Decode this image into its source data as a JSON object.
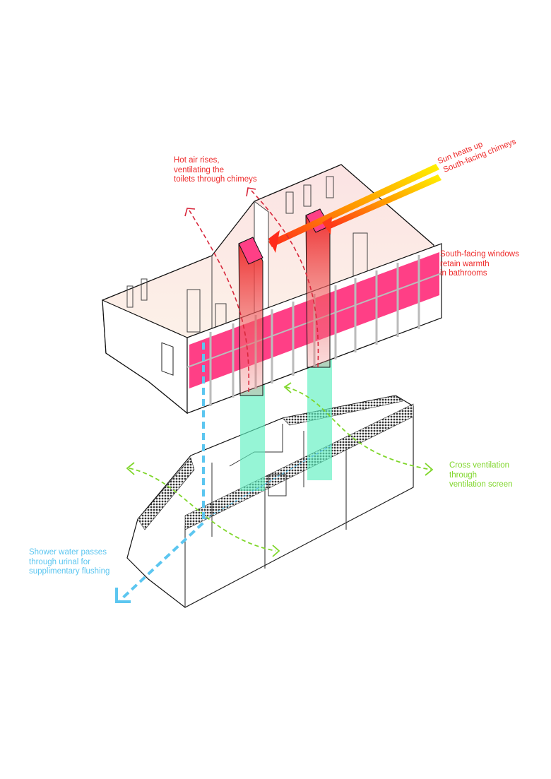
{
  "colors": {
    "hot_air": "#ee2a2a",
    "sun": "#ffc800",
    "window_pink": "#ff3f86",
    "shaft_green": "#5ef0c0",
    "cross_vent": "#7fd62a",
    "water": "#5cc6f0"
  },
  "annotations": {
    "hot_air": [
      "Hot air rises,",
      "ventilating the",
      "toilets through chimeys"
    ],
    "sun": [
      "Sun heats up",
      "South-facing chimeys"
    ],
    "windows": [
      "South-facing windows",
      "retain warmth",
      "in bathrooms"
    ],
    "cross_vent": [
      "Cross ventilation",
      "through",
      "ventilation screen"
    ],
    "shower": [
      "Shower water passes",
      "through urinal for",
      "supplimentary flushing"
    ]
  }
}
